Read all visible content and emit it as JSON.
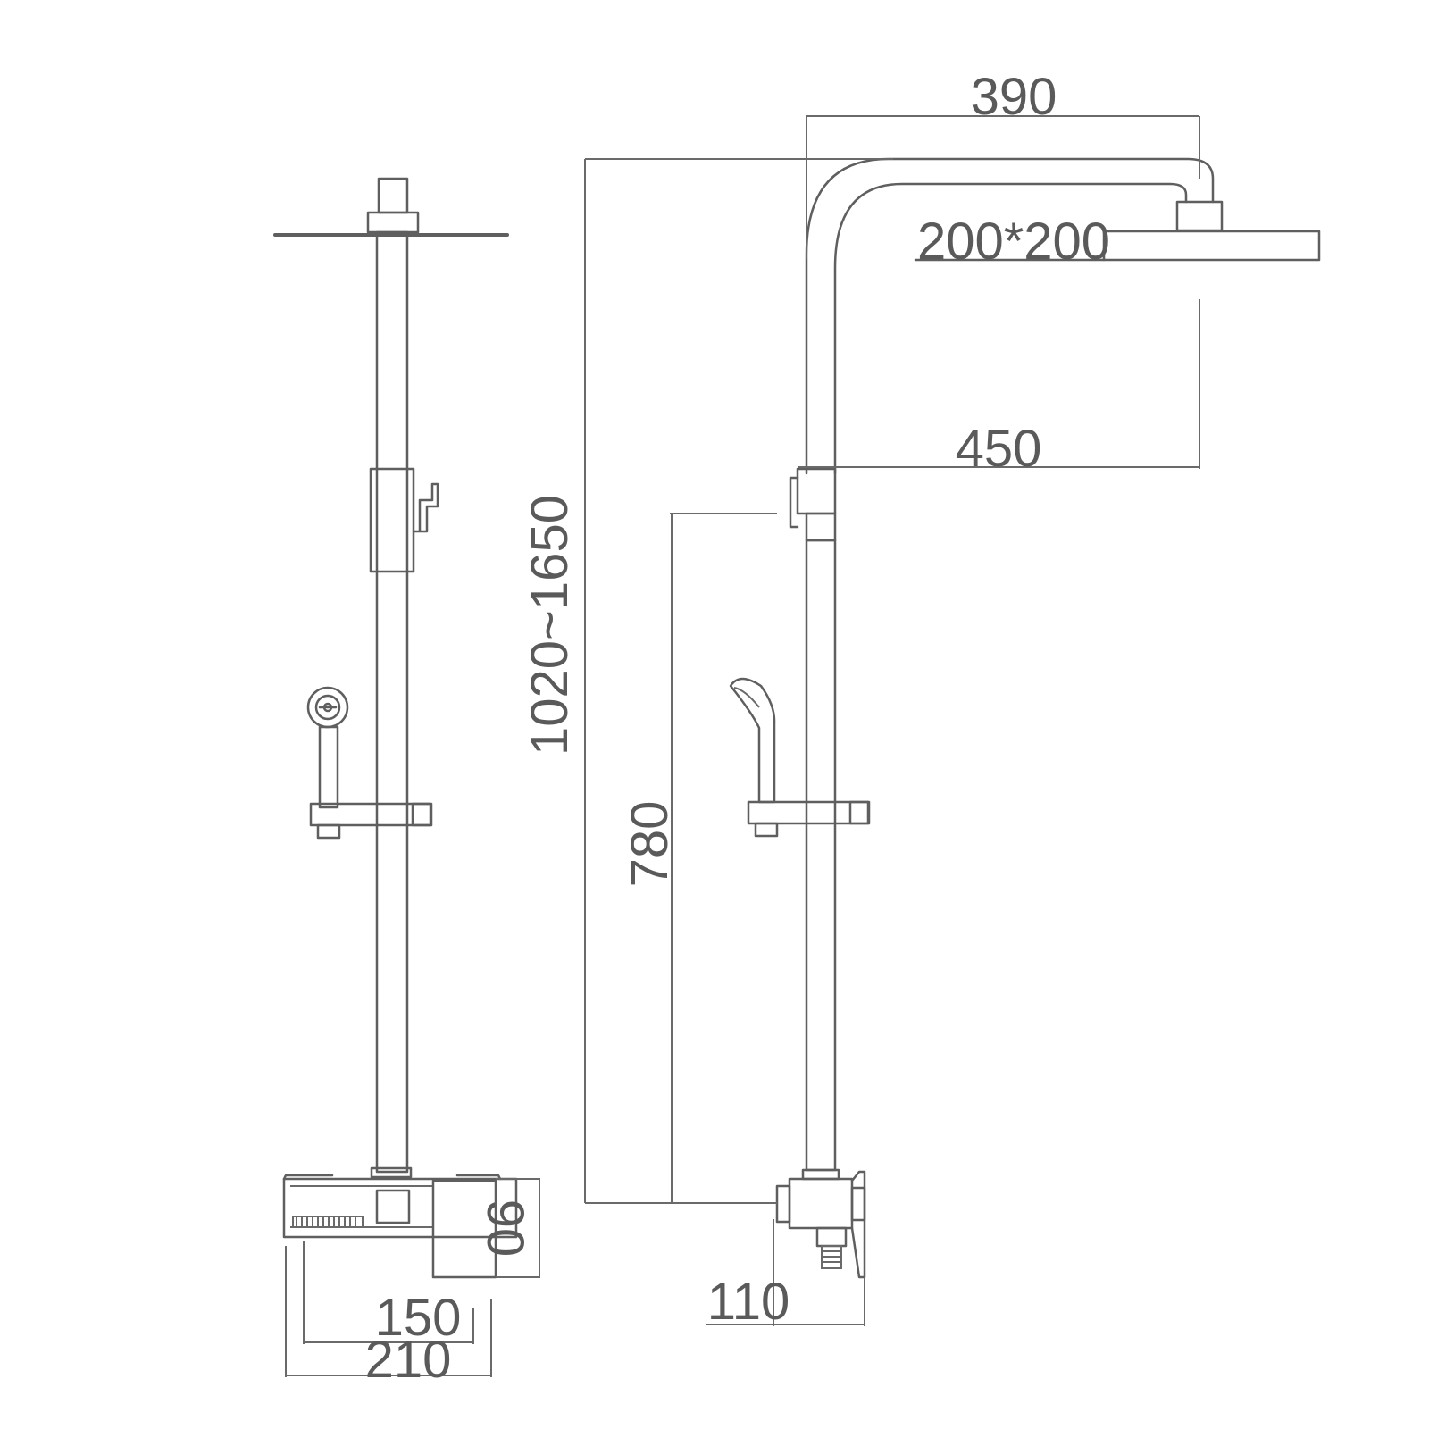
{
  "colors": {
    "line": "#5f5f5f",
    "text": "#5a5a5a",
    "background": "#ffffff"
  },
  "dimensions": {
    "arm_length": "390",
    "head_size": "200*200",
    "arm_projection": "450",
    "total_height": "1020~1650",
    "handshower_height": "780",
    "wall_offset": "110",
    "mixer_height": "90",
    "inlet_spacing": "150",
    "mixer_width": "210"
  }
}
